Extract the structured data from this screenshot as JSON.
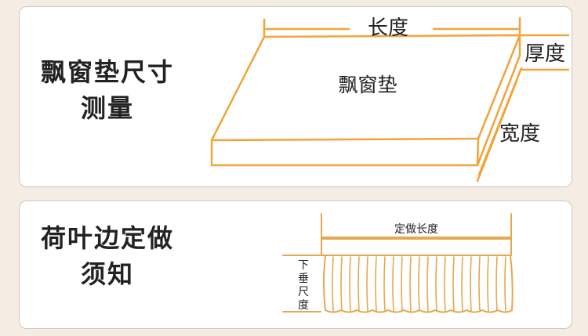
{
  "window_seat": {
    "title_line1": "飘窗垫尺寸",
    "title_line2": "测量",
    "center_label": "飘窗垫",
    "length_label": "长度",
    "thickness_label": "厚度",
    "width_label": "宽度"
  },
  "ruffle": {
    "title_line1": "荷叶边定做",
    "title_line2": "须知",
    "length_label": "定做长度",
    "drop_label_chars": [
      "下",
      "垂",
      "尺",
      "度"
    ]
  },
  "colors": {
    "line": "#f0a43c",
    "ruffle": "#e6a84e",
    "text": "#222222",
    "card_border": "#cfc7bd",
    "background": "#f5ede3"
  }
}
